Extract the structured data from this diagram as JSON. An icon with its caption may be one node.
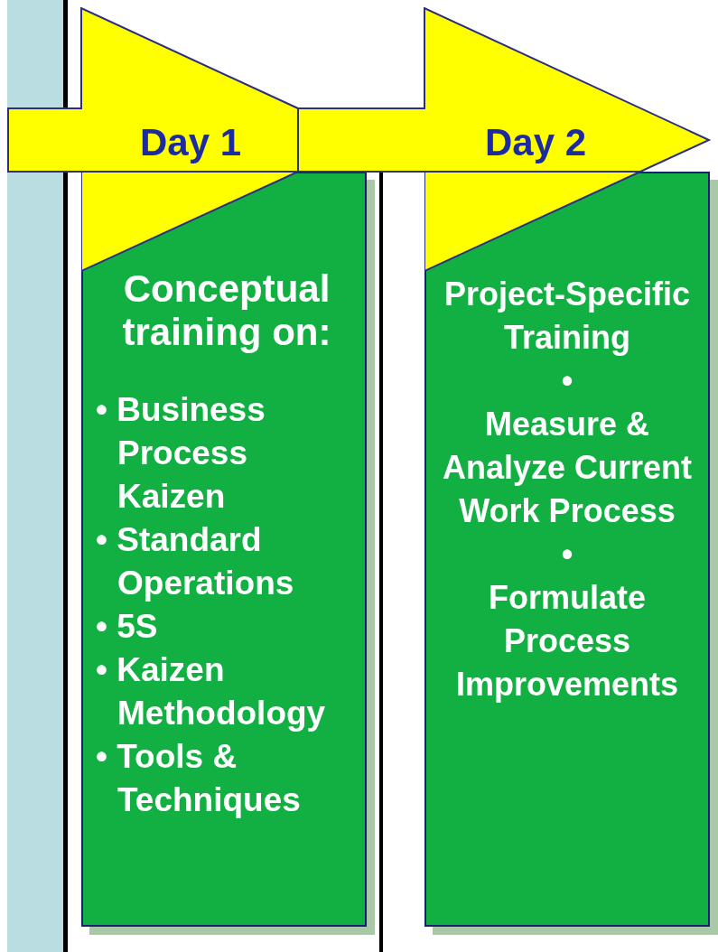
{
  "diagram": {
    "nodes": [
      {
        "text": [
          "Day 1"
        ]
      },
      {
        "text": [
          "Day 2"
        ]
      },
      {
        "text": [
          "Conceptual training on:",
          "• Business Process Kaizen",
          "• Standard Operations",
          "• 5S",
          "• Kaizen Methodology",
          "• Tools & Techniques"
        ]
      },
      {
        "text": [
          "Project-Specific Training",
          "•",
          "Measure & Analyze Current Work Process",
          "•",
          "Formulate Process Improvements"
        ]
      }
    ]
  }
}
